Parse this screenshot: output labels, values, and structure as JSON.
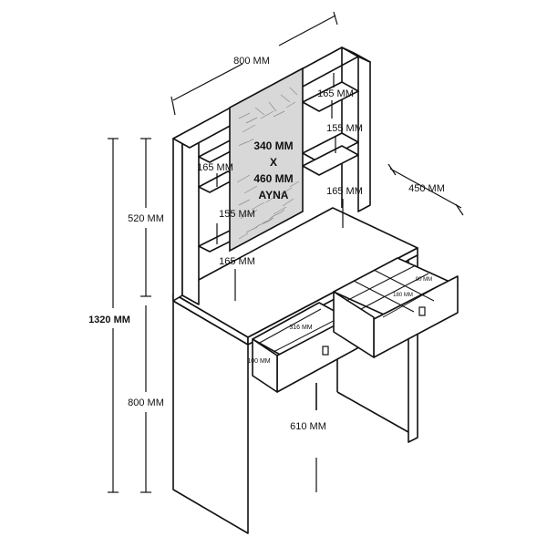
{
  "labels": {
    "width_top": "800 MM",
    "depth": "450 MM",
    "height_total": "1320 MM",
    "height_upper": "520 MM",
    "height_lower": "800 MM",
    "width_lower": "610 MM",
    "mirror_line1": "340 MM",
    "mirror_line2": "X",
    "mirror_line3": "460 MM",
    "mirror_line4": "AYNA",
    "shelf_right_top": "165 MM",
    "shelf_right_mid": "155 MM",
    "shelf_right_bottom": "165 MM",
    "shelf_left_top": "165 MM",
    "shelf_left_mid": "155 MM",
    "shelf_left_bottom": "165 MM",
    "drawer_width": "316 MM",
    "drawer_height": "100 MM",
    "compartment_a": "180 MM",
    "compartment_b": "90 MM"
  }
}
